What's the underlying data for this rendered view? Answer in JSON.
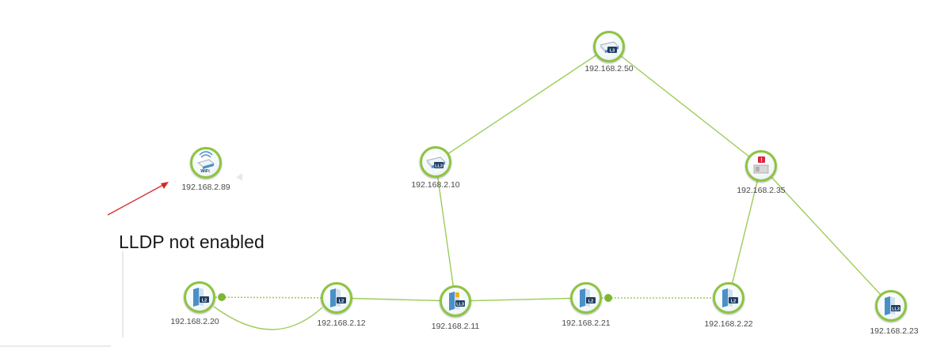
{
  "annotation": {
    "text": "LLDP not enabled",
    "arrow_color": "#d42a2a"
  },
  "colors": {
    "link": "#9dcc5a",
    "ring": "#8cc43f",
    "device_blue": "#4a90c8",
    "alert": "#e0253a"
  },
  "nodes": [
    {
      "id": "n250",
      "ip": "192.168.2.50",
      "device": "router",
      "badge": "L3"
    },
    {
      "id": "n289",
      "ip": "192.168.2.89",
      "device": "wifi-ap",
      "badge": "WiFi"
    },
    {
      "id": "n210",
      "ip": "192.168.2.10",
      "device": "router",
      "badge": "LL3"
    },
    {
      "id": "n235",
      "ip": "192.168.2.35",
      "device": "alert-device",
      "badge": "!"
    },
    {
      "id": "n220",
      "ip": "192.168.2.20",
      "device": "switch",
      "badge": "L2"
    },
    {
      "id": "n212",
      "ip": "192.168.2.12",
      "device": "switch",
      "badge": "L2"
    },
    {
      "id": "n211",
      "ip": "192.168.2.11",
      "device": "switch",
      "badge": "LL3"
    },
    {
      "id": "n221",
      "ip": "192.168.2.21",
      "device": "switch",
      "badge": "L2"
    },
    {
      "id": "n222",
      "ip": "192.168.2.22",
      "device": "switch",
      "badge": "L2"
    },
    {
      "id": "n223",
      "ip": "192.168.2.23",
      "device": "switch",
      "badge": "LL3"
    }
  ],
  "links": [
    {
      "from": "n250",
      "to": "n210",
      "style": "solid"
    },
    {
      "from": "n250",
      "to": "n235",
      "style": "solid"
    },
    {
      "from": "n210",
      "to": "n211",
      "style": "solid"
    },
    {
      "from": "n235",
      "to": "n222",
      "style": "solid"
    },
    {
      "from": "n235",
      "to": "n223",
      "style": "solid"
    },
    {
      "from": "n220",
      "to": "n212",
      "style": "dotted"
    },
    {
      "from": "n220",
      "to": "n212",
      "style": "curved"
    },
    {
      "from": "n212",
      "to": "n211",
      "style": "solid"
    },
    {
      "from": "n211",
      "to": "n221",
      "style": "solid"
    },
    {
      "from": "n221",
      "to": "n222",
      "style": "dotted"
    }
  ]
}
